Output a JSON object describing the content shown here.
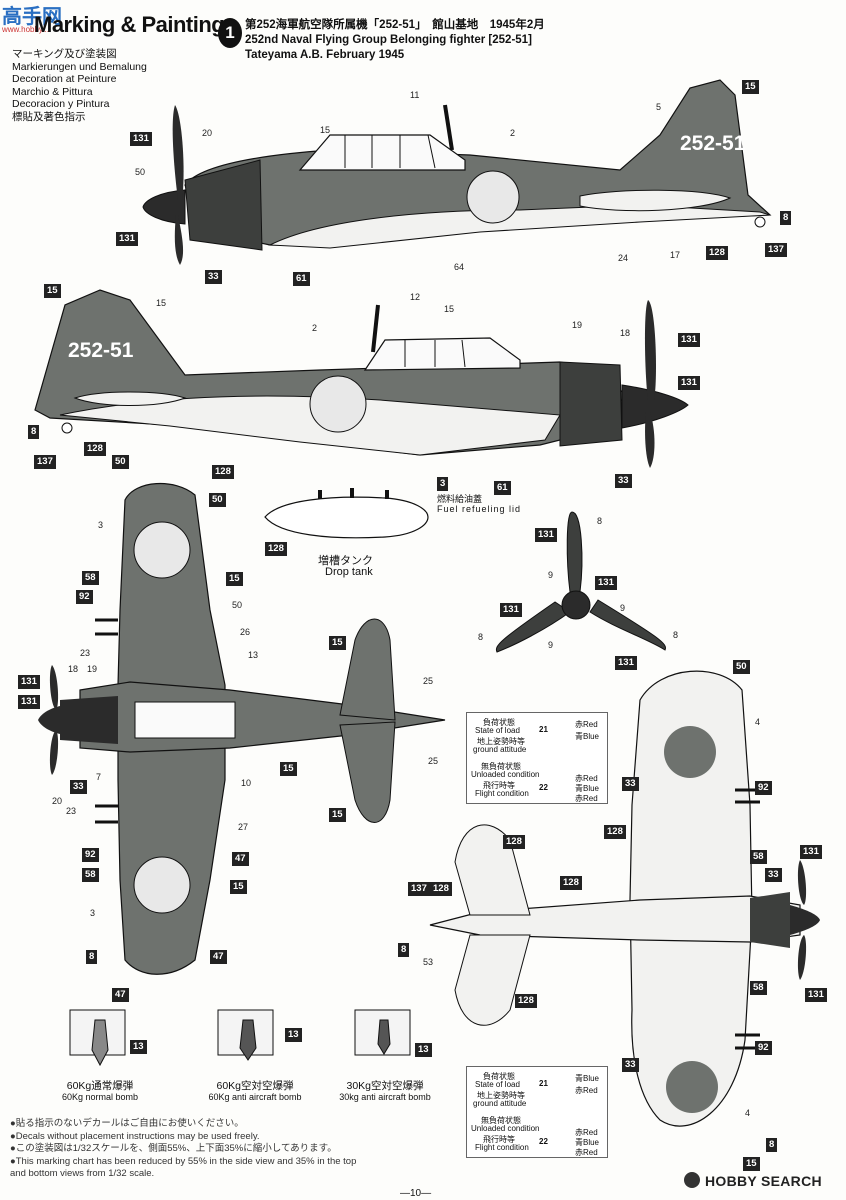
{
  "watermark": {
    "text": "高手网",
    "sub": "www.hobby..."
  },
  "header": {
    "title": "Marking & Painting",
    "languages": [
      "マーキング及び塗装図",
      "Markierungen und Bemalung",
      "Decoration at Peinture",
      "Marchio & Pittura",
      "Decoracion y Pintura",
      "標貼及著色指示"
    ],
    "scheme_number": "1",
    "info_line1": "第252海軍航空隊所属機「252-51」　館山基地　1945年2月",
    "info_line2": "252nd Naval Flying Group Belonging fighter [252-51]",
    "info_line3": "Tateyama A.B. February 1945"
  },
  "aircraft": {
    "tail_code": "252-51"
  },
  "side_view_top": {
    "callouts": [
      "131",
      "131",
      "33",
      "61",
      "8",
      "137",
      "128",
      "15"
    ],
    "numbers": [
      "11",
      "20",
      "15",
      "2",
      "5",
      "50",
      "64",
      "24",
      "17"
    ]
  },
  "side_view_bottom": {
    "callouts": [
      "15",
      "8",
      "137",
      "128",
      "128",
      "131",
      "131",
      "33",
      "61"
    ],
    "numbers": [
      "12",
      "15",
      "15",
      "2",
      "19",
      "18"
    ]
  },
  "drop_tank": {
    "title_ja": "増槽タンク",
    "title_en": "Drop tank",
    "callout_3": "3",
    "callout_128": "128",
    "fuel_ja": "燃料給油蓋",
    "fuel_en": "Fuel refueling lid"
  },
  "propeller": {
    "callouts": [
      "131",
      "131",
      "131",
      "131"
    ],
    "numbers": [
      "8",
      "9",
      "9",
      "9",
      "8",
      "8"
    ]
  },
  "top_view": {
    "callouts": [
      "50",
      "50",
      "15",
      "58",
      "92",
      "131",
      "131",
      "33",
      "15",
      "15",
      "47",
      "15",
      "92",
      "58",
      "15",
      "8",
      "47",
      "47"
    ],
    "numbers": [
      "3",
      "50",
      "26",
      "13",
      "23",
      "18",
      "19",
      "7",
      "20",
      "23",
      "10",
      "27",
      "3",
      "25",
      "25"
    ]
  },
  "bottom_view": {
    "callouts": [
      "50",
      "33",
      "92",
      "128",
      "128",
      "131",
      "33",
      "58",
      "137",
      "128",
      "8",
      "128",
      "128",
      "58",
      "92",
      "33",
      "15",
      "8",
      "131"
    ],
    "numbers": [
      "4",
      "53",
      "4"
    ]
  },
  "legend_top": {
    "loaded_ja": "負荷状態",
    "loaded_en": "State of load",
    "ground_ja": "地上姿勢時等",
    "ground_en": "ground attitude",
    "unloaded_ja": "無負荷状態",
    "unloaded_en": "Unloaded condition",
    "flight_ja": "飛行時等",
    "flight_en": "Flight condition",
    "n21": "21",
    "n22": "22",
    "red": "赤Red",
    "blue": "青Blue",
    "l22_1": "赤Red",
    "l22_2": "青Blue",
    "l22_3": "赤Red"
  },
  "legend_bottom": {
    "loaded_ja": "負荷状態",
    "loaded_en": "State of load",
    "ground_ja": "地上姿勢時等",
    "ground_en": "ground attitude",
    "unloaded_ja": "無負荷状態",
    "unloaded_en": "Unloaded condition",
    "flight_ja": "飛行時等",
    "flight_en": "Flight condition",
    "n21": "21",
    "n22": "22",
    "blue": "青Blue",
    "red": "赤Red",
    "l22_1": "赤Red",
    "l22_2": "青Blue",
    "l22_3": "赤Red"
  },
  "bombs": [
    {
      "ja": "60Kg通常爆弾",
      "en": "60Kg normal bomb",
      "callout": "13"
    },
    {
      "ja": "60Kg空対空爆弾",
      "en": "60Kg anti aircraft bomb",
      "callout": "13"
    },
    {
      "ja": "30Kg空対空爆弾",
      "en": "30kg anti aircraft bomb",
      "callout": "13"
    }
  ],
  "footnotes": [
    "●貼る指示のないデカールはご自由にお使いください。",
    "●Decals without placement instructions may be used freely.",
    "●この塗装図は1/32スケールを、側面55%、上下面35%に縮小してあります。",
    "●This marking chart has been reduced by 55% in the side view and 35% in the top",
    "  and bottom views from 1/32 scale."
  ],
  "page_number": "—10—",
  "brand": "HOBBY SEARCH",
  "colors": {
    "dark_green": "#6e726e",
    "light_grey": "#f2f2f0",
    "ink": "#111111",
    "roundel": "#e8e8e8",
    "watermark_blue": "#2a6fc2"
  }
}
